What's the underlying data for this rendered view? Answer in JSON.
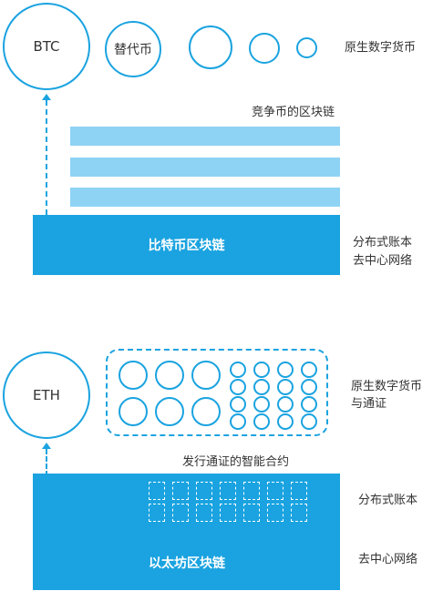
{
  "top": {
    "btc_label": "BTC",
    "altcoin_label": "替代币",
    "native_label": "原生数字货币",
    "competing_label": "竞争币的区块链",
    "chain_label": "比特币区块链",
    "ledger_label": "分布式账本",
    "decentral_label": "去中心网络"
  },
  "bottom": {
    "eth_label": "ETH",
    "native_label_1": "原生数字货币",
    "native_label_2": "与通证",
    "contract_label": "发行通证的智能合约",
    "chain_label": "以太坊区块链",
    "ledger_label": "分布式账本",
    "decentral_label": "去中心网络"
  },
  "colors": {
    "primary": "#1aa3e0",
    "light": "#8fd3f4"
  }
}
